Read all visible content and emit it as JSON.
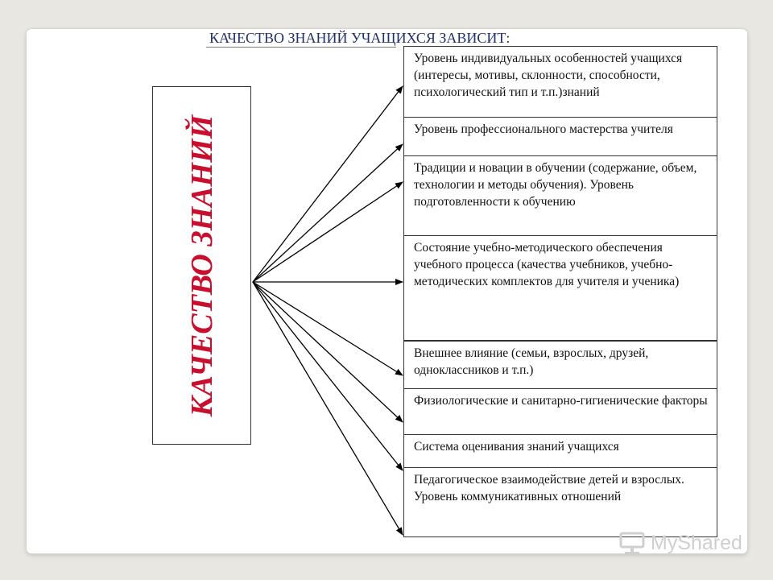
{
  "title": "КАЧЕСТВО ЗНАНИЙ УЧАЩИХСЯ ЗАВИСИТ:",
  "center_label": "КАЧЕСТВО ЗНАНИЙ",
  "factors": [
    "Уровень индивидуальных особенностей учащихся (интересы, мотивы, склонности, способности, психологический тип и т.п.)знаний",
    "Уровень профессионального мастерства учителя",
    "Традиции и новации в обучении (содержание, объем, технологии и методы обучения). Уровень подготовленности к обучению",
    "Состояние учебно-методического обеспечения учебного процесса (качества учебников, учебно-методических комплектов для учителя и ученика)",
    "Внешнее влияние (семьи, взрослых, друзей, одноклассников и т.п.)",
    "Физиологические и санитарно-гигиенические факторы",
    "Система оценивания знаний учащихся",
    "Педагогическое взаимодействие детей и взрослых. Уровень коммуникативных отношений"
  ],
  "watermark": "MyShared",
  "colors": {
    "title": "#1f2f6f",
    "center_label": "#c8102e",
    "watermark": "#cfcfcf"
  },
  "icons": {
    "watermark": "projector-icon"
  }
}
